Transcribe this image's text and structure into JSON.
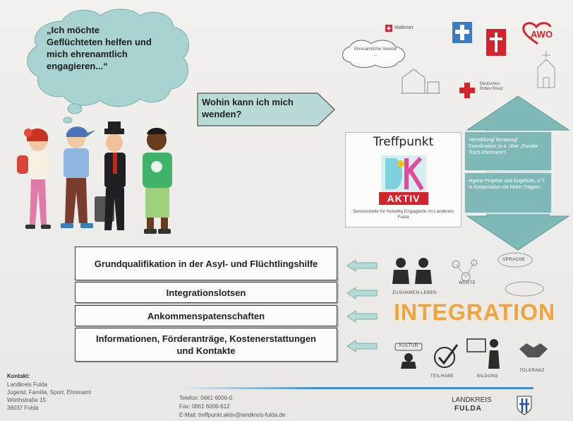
{
  "cloud": {
    "text": "„Ich möchte Geflüchteten helfen und mich ehrenamtlich engagieren...“"
  },
  "question": {
    "text": "Wohin kann ich mich wenden?"
  },
  "small_cloud": {
    "text": "Ehrenamtliche Vereine ..."
  },
  "logos": {
    "malteser": "Malteser",
    "awo": "AWO",
    "drk": "Deutsches Rotes Kreuz"
  },
  "treffpunkt": {
    "title": "Treffpunkt",
    "aktiv": "AKTIV",
    "subtitle": "Servicestelle für freiwillig Engagierte im Landkreis Fulda"
  },
  "arrow_boxes": {
    "top": "Vermittlung/ Beratung/ Koordination (u.a. über „Runder Tisch Ehrenamt“)",
    "bottom": "eigene Projekte und Angebote, z.T. in Kooperation mit freien Trägern"
  },
  "offers": [
    "Grundqualifikation in der Asyl- und Flüchtlingshilfe",
    "Integrationslotsen",
    "Ankommenspatenschaften",
    "Informationen, Förderanträge, Kostenerstattungen und Kontakte"
  ],
  "integration": {
    "word": "INTEGRATION",
    "labels": {
      "sprache": "SPRACHE",
      "zusammen": "ZUSAMMEN-LEBEN",
      "werte": "WERTE",
      "kultur": "KULTUR",
      "teilhabe": "TEILHABE",
      "bildung": "BILDUNG",
      "toleranz": "TOLERANZ"
    }
  },
  "footer": {
    "contact_title": "Kontakt:",
    "contact_lines": [
      "Landkreis Fulda",
      "Jugend, Familie, Sport, Ehrenamt",
      "Wörthstraße 15",
      "36037 Fulda"
    ],
    "phone": "Telefon: 0661 6006-0",
    "fax": "Fax: 0661 6006-612",
    "email": "E-Mail: treffpunkt.aktiv@landkreis-fulda.de",
    "landkreis": "LANDKREIS",
    "fulda": "FULDA"
  },
  "colors": {
    "teal": "#7fb9b7",
    "teal_light": "#b8dad6",
    "cloud": "#a8d3d0",
    "orange": "#f2a33a",
    "red": "#d4232b",
    "blue_line": "#3b8fd0"
  }
}
